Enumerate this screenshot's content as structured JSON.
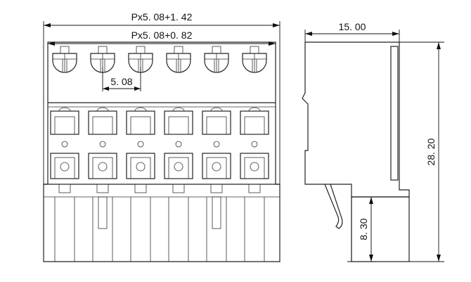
{
  "dimensions": {
    "overall_width": "Px5. 08+1. 42",
    "body_width": "Px5. 08+0. 82",
    "pitch": "5. 08",
    "depth": "15. 00",
    "height": "28. 20",
    "pin_length": "8. 30"
  },
  "front_view": {
    "pin_count": 6
  }
}
